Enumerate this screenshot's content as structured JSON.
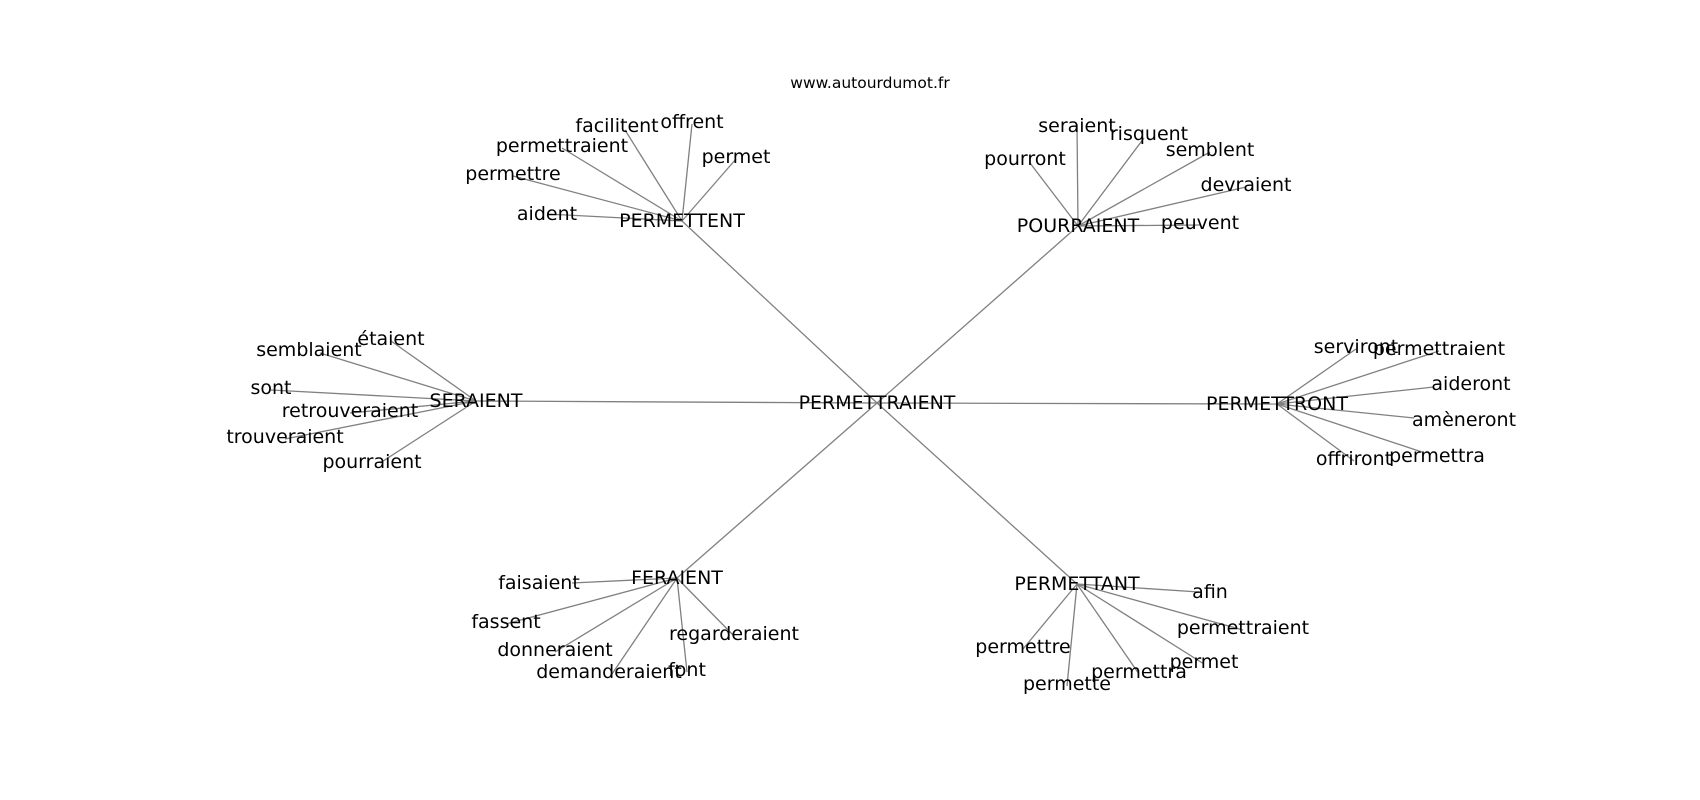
{
  "header": {
    "source": "www.autourdumot.fr"
  },
  "center": {
    "id": "center",
    "label": "PERMETTRAIENT"
  },
  "clusters": [
    {
      "id": "permettent",
      "label": "PERMETTENT",
      "leaves": [
        "aident",
        "permettre",
        "permettraient",
        "facilitent",
        "offrent",
        "permet"
      ]
    },
    {
      "id": "pourraient",
      "label": "POURRAIENT",
      "leaves": [
        "pourront",
        "seraient",
        "risquent",
        "semblent",
        "devraient",
        "peuvent"
      ]
    },
    {
      "id": "seraient",
      "label": "SERAIENT",
      "leaves": [
        "étaient",
        "semblaient",
        "sont",
        "retrouveraient",
        "trouveraient",
        "pourraient"
      ]
    },
    {
      "id": "permettront",
      "label": "PERMETTRONT",
      "leaves": [
        "serviront",
        "permettraient",
        "aideront",
        "amèneront",
        "permettra",
        "offriront"
      ]
    },
    {
      "id": "feraient",
      "label": "FERAIENT",
      "leaves": [
        "faisaient",
        "fassent",
        "donneraient",
        "demanderaient",
        "font",
        "regarderaient"
      ]
    },
    {
      "id": "permettant",
      "label": "PERMETTANT",
      "leaves": [
        "afin",
        "permettraient",
        "permet",
        "permettra",
        "permette",
        "permettre"
      ]
    }
  ],
  "colors": {
    "edge": "#808080",
    "text": "#000000",
    "background": "#ffffff"
  }
}
